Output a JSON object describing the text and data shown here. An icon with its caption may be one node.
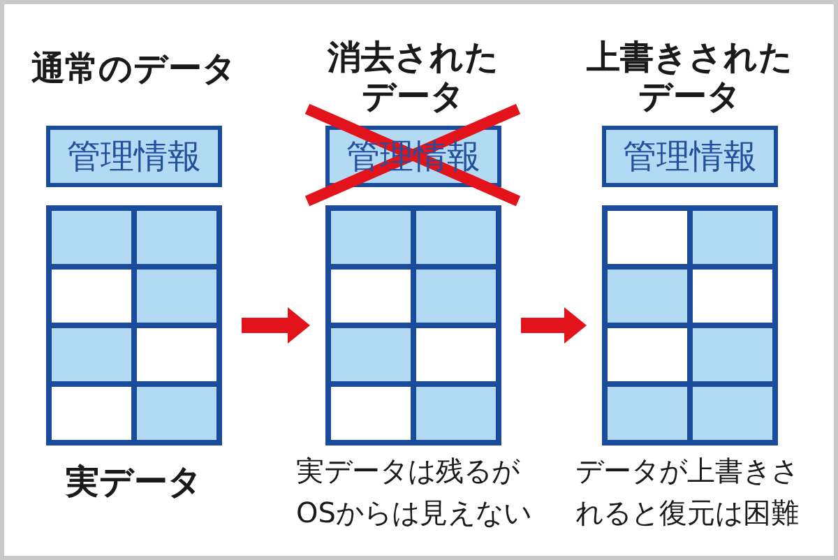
{
  "diagram": {
    "nodes": [
      {
        "text": [
          "管理情報"
        ]
      },
      {
        "text": [],
        "shape": "table",
        "beside": [
          "実データ"
        ]
      },
      {
        "text": [
          "管理情報"
        ]
      },
      {
        "text": [],
        "shape": "table",
        "beside": [
          "実データは残るがOSからは見えない"
        ]
      },
      {
        "text": [
          "管理情報"
        ]
      },
      {
        "text": [],
        "shape": "table",
        "beside": [
          "データが上書きされると復元は困難"
        ]
      }
    ],
    "edges": [
      {
        "from": 1,
        "to": 3,
        "arrow": "to"
      },
      {
        "from": 3,
        "to": 5,
        "arrow": "to"
      }
    ],
    "labels": [
      "通常のデータ",
      "消去されたデータ",
      "上書きされたデータ"
    ]
  }
}
